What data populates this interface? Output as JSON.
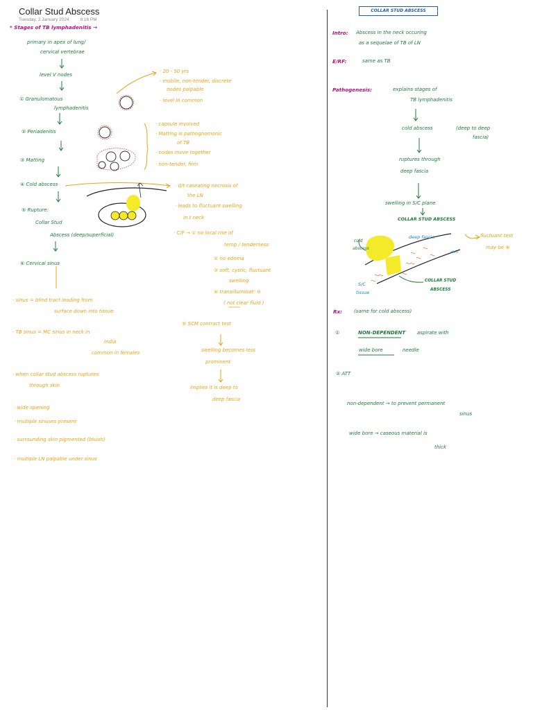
{
  "header": {
    "title": "Collar Stud Abscess",
    "date": "Tuesday, 2 January 2024",
    "time": "9:16 PM"
  },
  "left": {
    "stages_heading": "* Stages of TB lymphadenitis →",
    "primary": [
      "primary in apex of lung/",
      "cervical vertebrae"
    ],
    "level_v": "level V nodes",
    "stage1": [
      "①  Granulomatous",
      "lymphadenitis"
    ],
    "stage2": "②  Periadenitis",
    "stage3": "③  Matting",
    "stage4": "④  Cold abscess",
    "stage5": [
      "⑤  Rupture:",
      "Collar Stud",
      "Abscess (deep/superficial)"
    ],
    "stage6": "⑥  Cervical sinus",
    "notes1": [
      "· 20 - 50 yrs",
      "· mobile, non-tender, discrete",
      "nodes palpable",
      "· level III common"
    ],
    "notes2": [
      "· capsule involved",
      "· Matting is pathognomonic",
      "of TB",
      "· nodes move together",
      "· non-tender, firm"
    ],
    "notes4": [
      "· d/t caseating necrosis of",
      "the LN",
      "· leads to fluctuant swelling",
      "in t neck"
    ],
    "cf": [
      "· C/F →  ① no local rise of",
      "temp / tenderness",
      "② no edema",
      "③ soft, cystic, fluctuant",
      "swelling",
      "④ transilluminatⁿ ⊖",
      "( not clear fluid )",
      "⑤ SCM contract test",
      "swelling becomes less",
      "prominent",
      "implies it is deep to",
      "deep fascia"
    ],
    "sinus_notes": [
      "· sinus = blind tract leading from",
      "surface down into tissue",
      "· TB sinus = MC sinus in neck in",
      "India",
      "common in females",
      "· when collar stud abscess ruptures",
      "through skin",
      "· wide opening",
      "· multiple sinuses present",
      "· surrounding skin pigmented (bluish)",
      "· multiple LN palpable under sinus"
    ]
  },
  "right": {
    "box_title": "COLLAR STUD ABSCESS",
    "intro_label": "Intro:",
    "intro": [
      "Abscess in the neck occuring",
      "as a sequelae of TB of LN"
    ],
    "erf_label": "E/RF:",
    "erf": "same as TB",
    "patho_label": "Pathogenesis:",
    "patho": [
      "explains stages of",
      "TB lymphadenitis",
      "cold abscess",
      "(deep to deep",
      "fascia)",
      "ruptures through",
      "deep fascia",
      "swelling in S/C plane",
      "COLLAR STUD ABSCESS"
    ],
    "fluctuant": [
      "fluctuant test",
      "may be ⊕"
    ],
    "diagram_labels": {
      "cold": [
        "cold",
        "abscess"
      ],
      "deep_fascia": "deep fascia",
      "skin": "skin",
      "sc": [
        "S/C",
        "tissue"
      ],
      "collar": [
        "COLLAR STUD",
        "ABSCESS"
      ]
    },
    "rx_label": "Rx:",
    "rx": "(same for cold abscess)",
    "rx1": [
      "①",
      "NON-DEPENDENT",
      "aspirate with",
      "wide bore",
      "needle"
    ],
    "rx2": "②  ATT",
    "expl1": [
      "non-dependent  →  to prevent permanent",
      "sinus"
    ],
    "expl2": [
      "wide bore  →  caseous material is",
      "thick"
    ]
  }
}
